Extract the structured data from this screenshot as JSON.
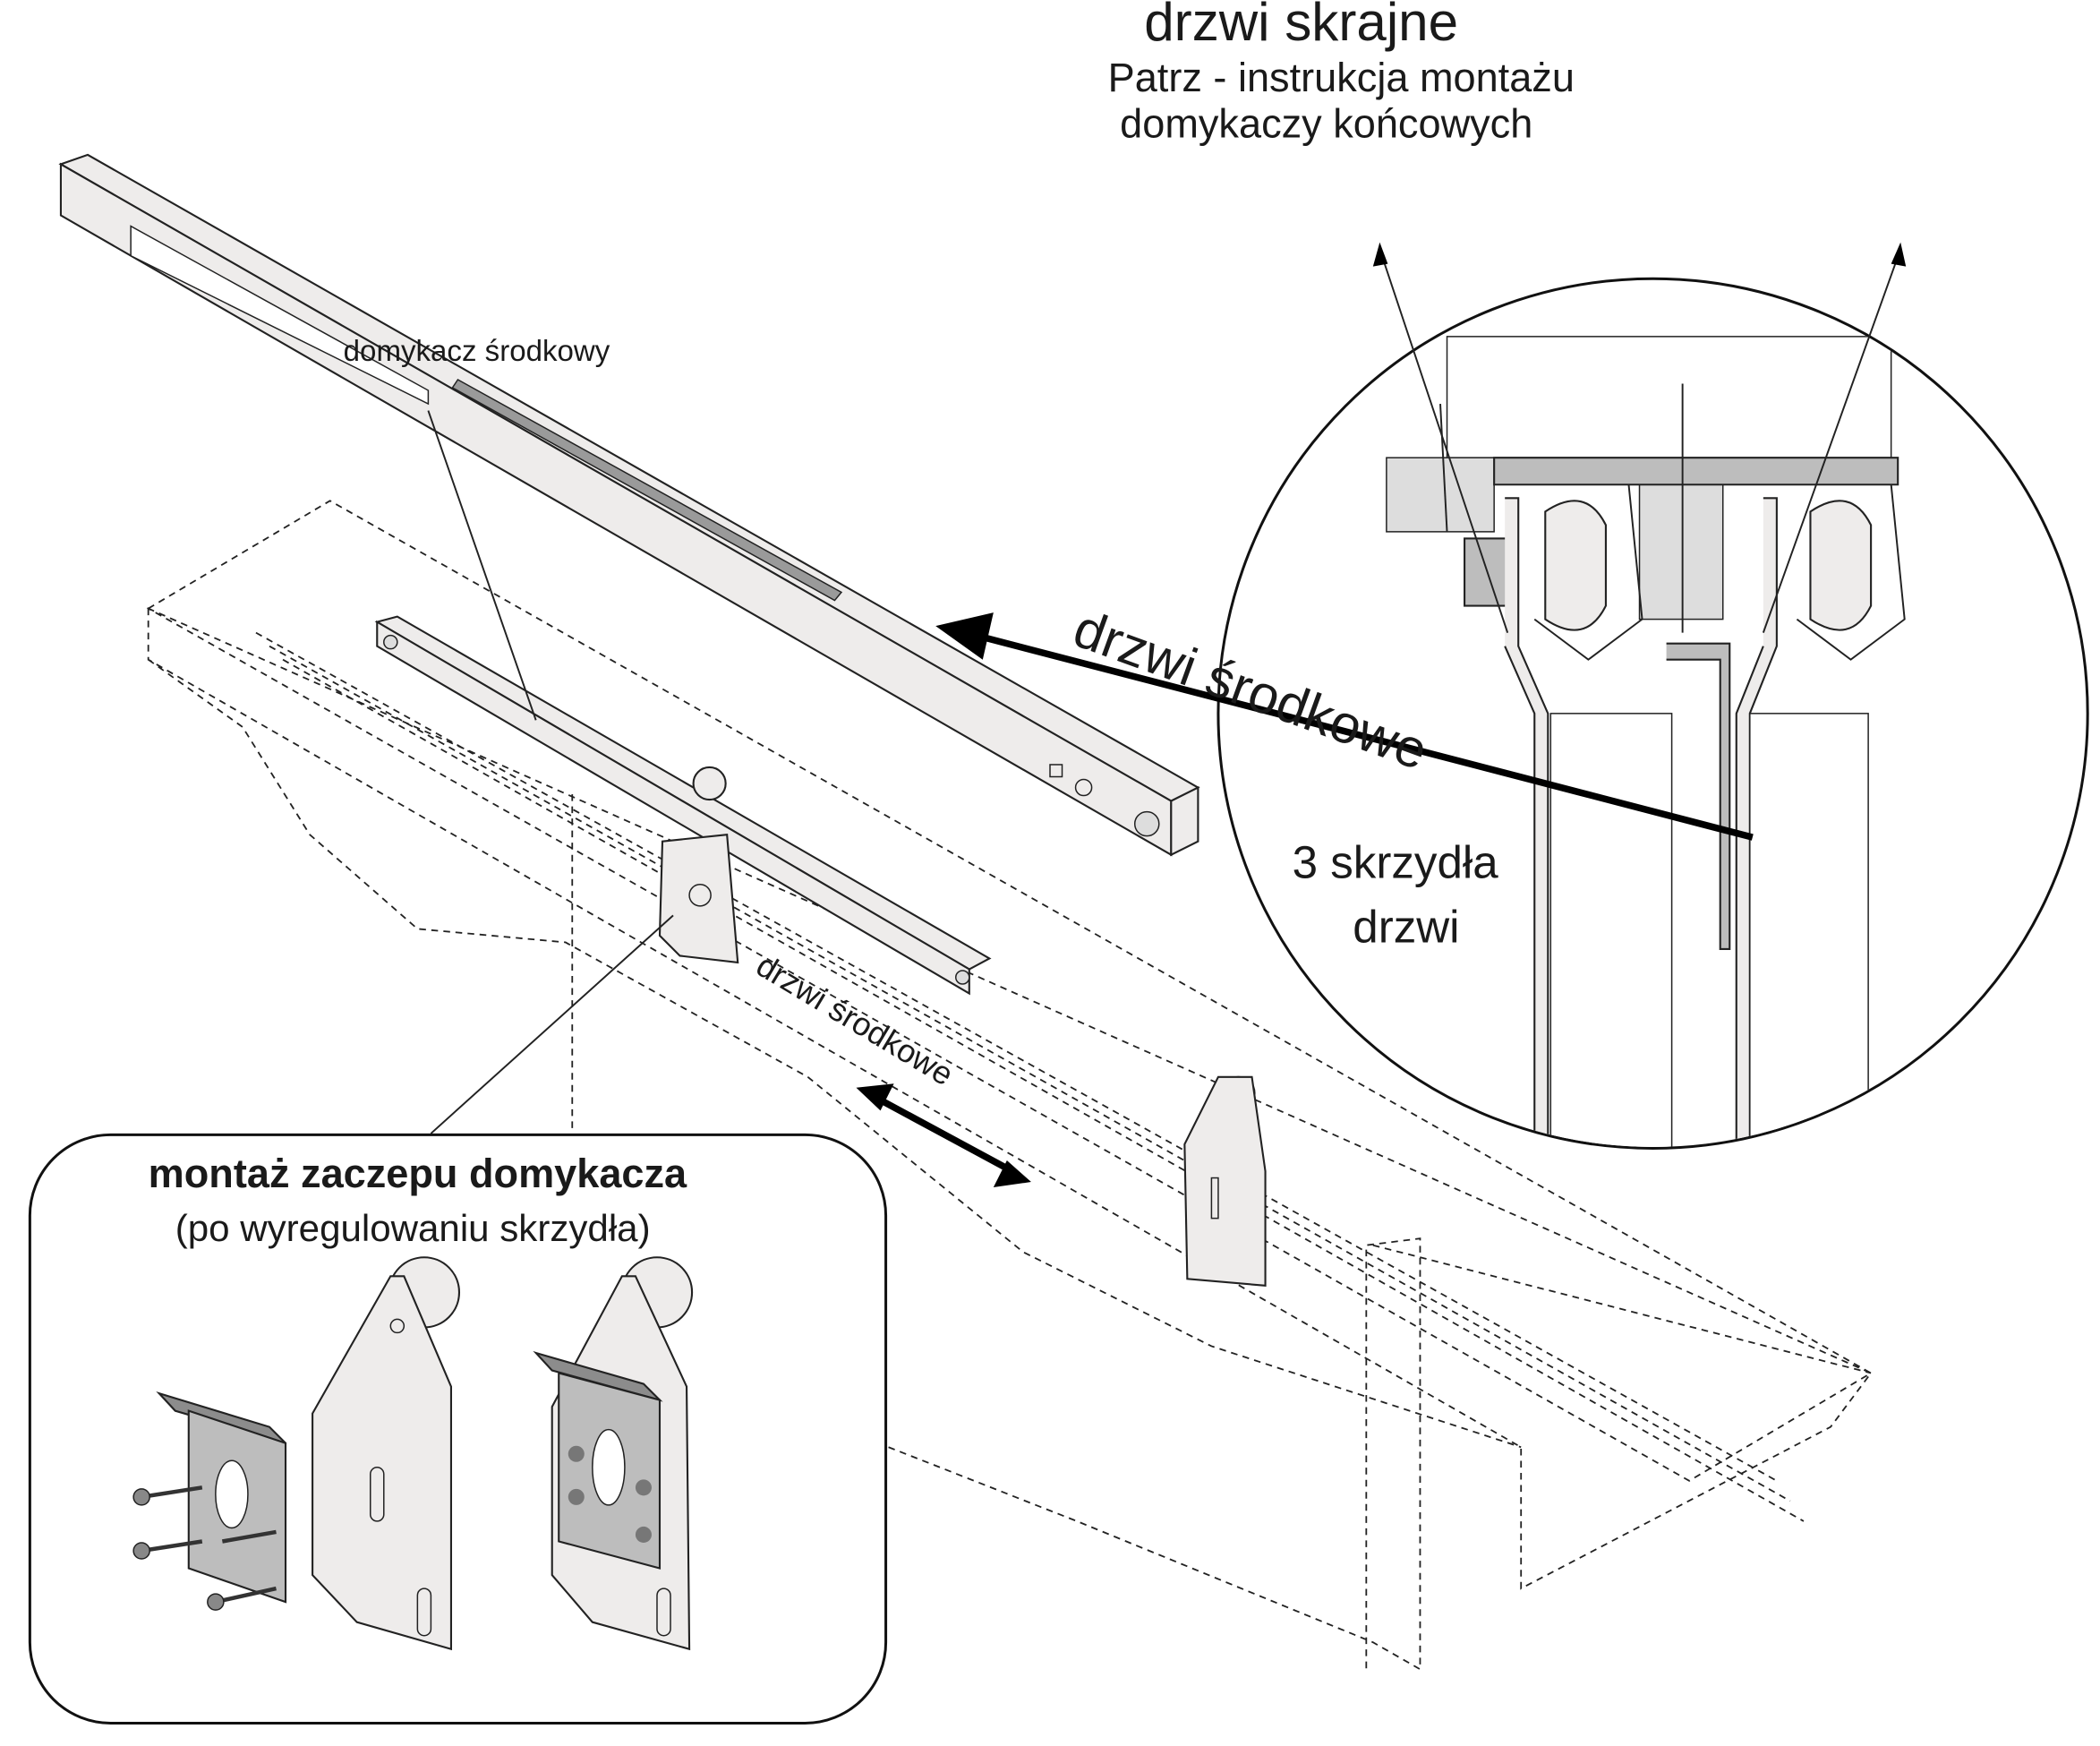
{
  "header": {
    "title": "drzwi skrajne",
    "note_line1": "Patrz - instrukcja montażu",
    "note_line2": "domykaczy końcowych"
  },
  "labels": {
    "center_closer": "domykacz środkowy",
    "middle_doors_large": "drzwi środkowe",
    "middle_doors_small": "drzwi środkowe",
    "three_leaves_line1": "3 skrzydła",
    "three_leaves_line2": "drzwi"
  },
  "inset": {
    "title": "montaż zaczepu domykacza",
    "subtitle": "(po wyregulowaniu skrzydła)"
  }
}
